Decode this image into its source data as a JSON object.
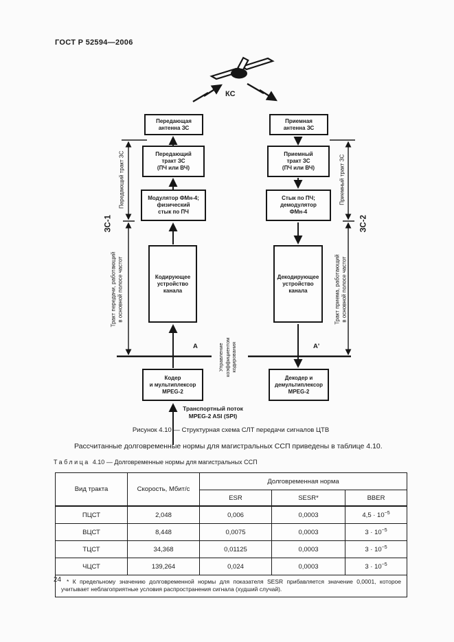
{
  "page": {
    "header": "ГОСТ Р 52594—2006",
    "page_number": "24"
  },
  "diagram": {
    "satellite_label": "КС",
    "boxes": {
      "tx_antenna": "Передающая\nантенна ЗС",
      "tx_path": "Передающий\nтракт ЗС\n(ПЧ или ВЧ)",
      "modulator": "Модулятор ФМн-4;\nфизический\nстык по ПЧ",
      "channel_encoder": "Кодирующее\nустройство\nканала",
      "mpeg_coder": "Кодер\nи мультиплексор\nMPEG-2",
      "rx_antenna": "Приемная\nантенна ЗС",
      "rx_path": "Приемный\nтракт ЗС\n(ПЧ или ВЧ)",
      "demodulator": "Стык по ПЧ;\nдемодулятор\nФМн-4",
      "channel_decoder": "Декодирующее\nустройство\nканала",
      "mpeg_decoder": "Декодер и\nдемультиплексор\nMPEG-2"
    },
    "labels": {
      "zs1": "ЗС-1",
      "zs2": "ЗС-2",
      "tx_trakt": "Передающий тракт ЗС",
      "rx_trakt": "Приемный тракт ЗС",
      "tx_baseband": "Тракт передачи, работающий\nв основной полосе частот",
      "rx_baseband": "Тракт приема, работающий\nв основной полосе частот",
      "control": "Управление\nкоэффициентом\nкодирования",
      "point_a": "А",
      "point_a_prime": "А'",
      "transport_stream": "Транспортный поток\nMPEG-2 ASI (SPI)"
    },
    "caption": "Рисунок 4.10 — Структурная схема СЛТ передачи сигналов ЦТВ"
  },
  "paragraph": "Рассчитанные долговременные нормы для магистральных ССП приведены в таблице 4.10.",
  "table": {
    "title_label": "Таблица",
    "title_text": "4.10 — Долговременные нормы для магистральных ССП",
    "headers": {
      "vid": "Вид тракта",
      "speed": "Скорость, Мбит/с",
      "norm_group": "Долговременная норма",
      "esr": "ESR",
      "sesr": "SESR*",
      "bber": "BBER"
    },
    "rows": [
      {
        "vid": "ПЦСТ",
        "speed": "2,048",
        "esr": "0,006",
        "sesr": "0,0003",
        "bber_base": "4,5 · 10",
        "bber_exp": "−5"
      },
      {
        "vid": "ВЦСТ",
        "speed": "8,448",
        "esr": "0,0075",
        "sesr": "0,0003",
        "bber_base": "3 · 10",
        "bber_exp": "−5"
      },
      {
        "vid": "ТЦСТ",
        "speed": "34,368",
        "esr": "0,01125",
        "sesr": "0,0003",
        "bber_base": "3 · 10",
        "bber_exp": "−5"
      },
      {
        "vid": "ЧЦСТ",
        "speed": "139,264",
        "esr": "0,024",
        "sesr": "0,0003",
        "bber_base": "3 · 10",
        "bber_exp": "−5"
      }
    ],
    "footnote": "* К предельному значению долговременной нормы для показателя SESR прибавляется значение 0,0001, которое учитывает неблагоприятные условия распространения сигнала (худший случай)."
  }
}
